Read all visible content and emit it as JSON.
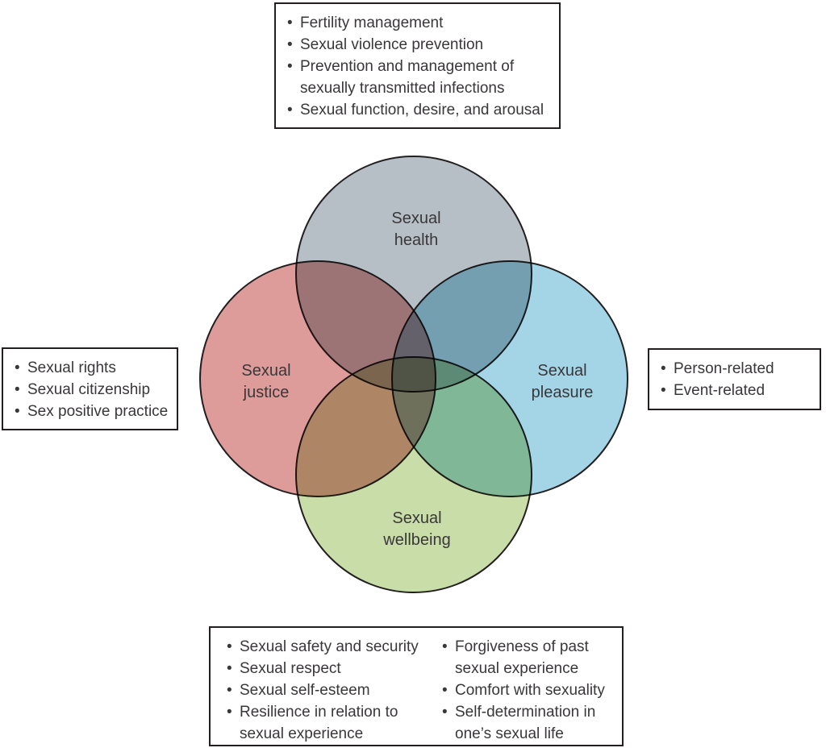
{
  "figure": {
    "background": "#ffffff",
    "text_color": "#3a373a",
    "border_color": "#231f20"
  },
  "venn": {
    "stroke_color": "#231f20",
    "circles": [
      {
        "id": "sexual-health",
        "label": "Sexual\nhealth",
        "color": "#b5bfc5"
      },
      {
        "id": "sexual-justice",
        "label": "Sexual\njustice",
        "color": "#dd9b99"
      },
      {
        "id": "sexual-pleasure",
        "label": "Sexual\npleasure",
        "color": "#a3d5e6"
      },
      {
        "id": "sexual-wellbeing",
        "label": "Sexual\nwellbeing",
        "color": "#c9dda8"
      }
    ]
  },
  "boxes": {
    "health": {
      "items": [
        "Fertility management",
        "Sexual violence prevention",
        "Prevention and management of\nsexually transmitted infections",
        "Sexual function, desire, and arousal"
      ]
    },
    "justice": {
      "items": [
        "Sexual rights",
        "Sexual citizenship",
        "Sex positive practice"
      ]
    },
    "pleasure": {
      "items": [
        "Person-related",
        "Event-related"
      ]
    },
    "wellbeing": {
      "col1": [
        "Sexual safety and security",
        "Sexual respect",
        "Sexual self-esteem",
        "Resilience in relation to\nsexual experience"
      ],
      "col2": [
        "Forgiveness of past\nsexual experience",
        "Comfort with sexuality",
        "Self-determination in\none’s sexual life"
      ]
    }
  }
}
